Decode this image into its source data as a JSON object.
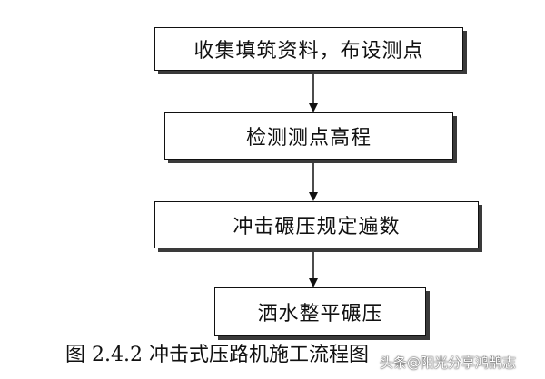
{
  "flowchart": {
    "steps": [
      {
        "label": "收集填筑资料，布设测点"
      },
      {
        "label": "检测测点高程"
      },
      {
        "label": "冲击碾压规定遍数"
      },
      {
        "label": "洒水整平碾压"
      }
    ],
    "caption": "图 2.4.2 冲击式压路机施工流程图"
  },
  "watermark": "头条@阳光分享鸿鹄志",
  "colors": {
    "line": "#111111",
    "shadow": "#3a3a3a",
    "background": "#ffffff"
  }
}
